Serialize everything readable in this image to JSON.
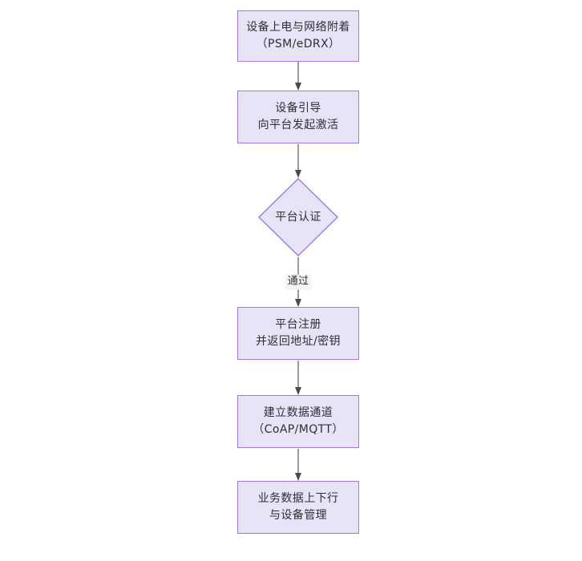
{
  "diagram": {
    "type": "flowchart",
    "direction": "top-to-bottom",
    "background_color": "#ffffff",
    "node_fill_color": "#e7e4f8",
    "node_border_color": "#9d79e0",
    "text_color": "#2f2f33",
    "edge_color": "#4a4a52",
    "nodes": [
      {
        "id": "power-on",
        "shape": "rectangle",
        "lines": [
          "设备上电与网络附着",
          "（PSM/eDRX）"
        ]
      },
      {
        "id": "bootstrap",
        "shape": "rectangle",
        "lines": [
          "设备引导",
          "向平台发起激活"
        ]
      },
      {
        "id": "platform-auth",
        "shape": "diamond",
        "lines": [
          "平台认证"
        ]
      },
      {
        "id": "platform-register",
        "shape": "rectangle",
        "lines": [
          "平台注册",
          "并返回地址/密钥"
        ]
      },
      {
        "id": "data-channel",
        "shape": "rectangle",
        "lines": [
          "建立数据通道",
          "（CoAP/MQTT）"
        ]
      },
      {
        "id": "service-data",
        "shape": "rectangle",
        "lines": [
          "业务数据上下行",
          "与设备管理"
        ]
      }
    ],
    "edges": [
      {
        "id": "e1",
        "from": "power-on",
        "to": "bootstrap",
        "label": ""
      },
      {
        "id": "e2",
        "from": "bootstrap",
        "to": "platform-auth",
        "label": ""
      },
      {
        "id": "e3",
        "from": "platform-auth",
        "to": "platform-register",
        "label": "通过"
      },
      {
        "id": "e4",
        "from": "platform-register",
        "to": "data-channel",
        "label": ""
      },
      {
        "id": "e5",
        "from": "data-channel",
        "to": "service-data",
        "label": ""
      }
    ]
  }
}
